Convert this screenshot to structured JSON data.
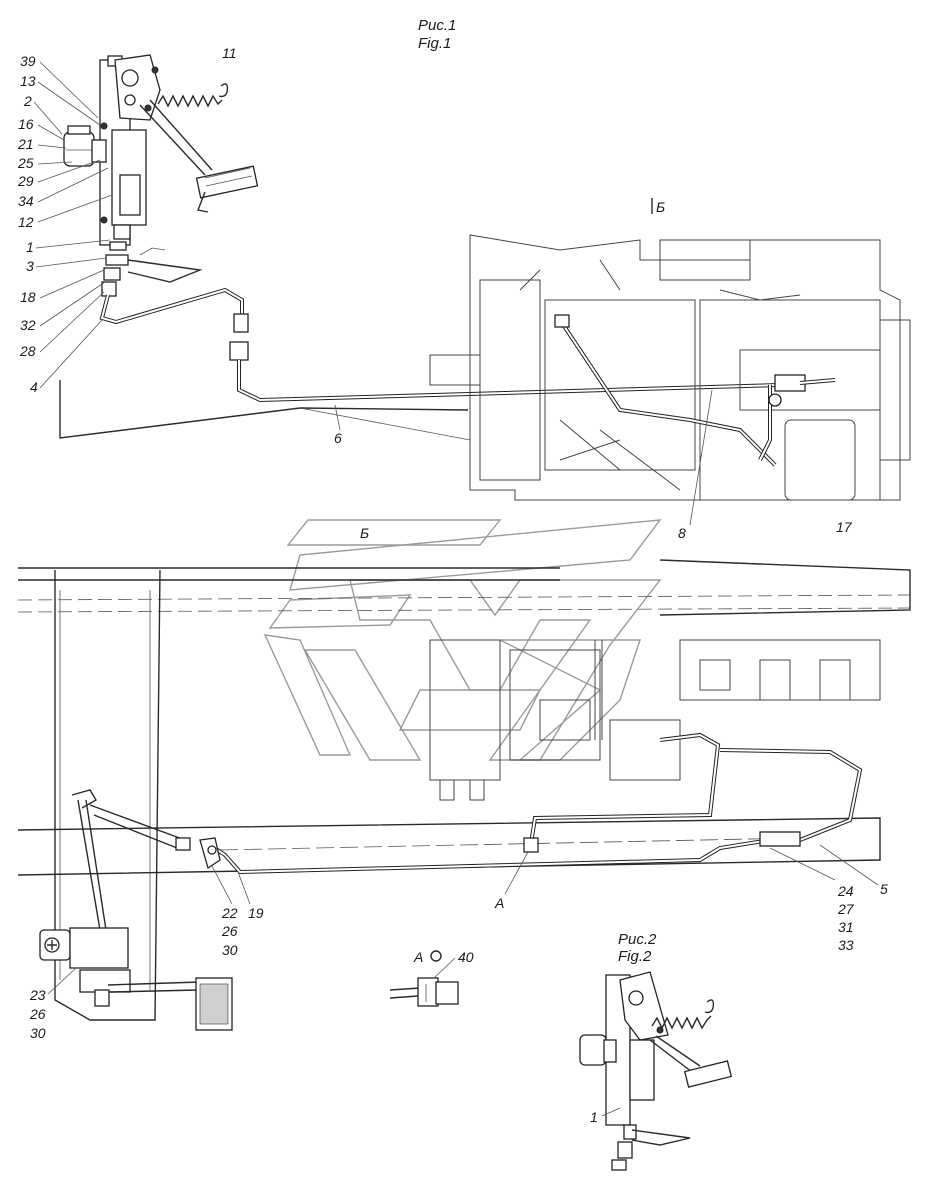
{
  "titles": {
    "fig1_ru": "Рис.1",
    "fig1_en": "Fig.1",
    "fig2_ru": "Рис.2",
    "fig2_en": "Fig.2"
  },
  "labels": {
    "l39": "39",
    "l13": "13",
    "l2": "2",
    "l16": "16",
    "l21": "21",
    "l25": "25",
    "l29": "29",
    "l34": "34",
    "l12": "12",
    "l1": "1",
    "l3": "3",
    "l18": "18",
    "l32": "32",
    "l28": "28",
    "l4": "4",
    "l11": "11",
    "l6": "6",
    "l17": "17",
    "l8": "8",
    "lB_view": "Б",
    "lB_top": "Б",
    "lA": "A",
    "l5": "5",
    "l24": "24",
    "l27": "27",
    "l31": "31",
    "l33": "33",
    "l22": "22",
    "l19": "19",
    "l26a": "26",
    "l30a": "30",
    "l23": "23",
    "l26b": "26",
    "l30b": "30",
    "lA_detail": "A",
    "l40": "40",
    "l1_fig2": "1"
  },
  "colors": {
    "ink": "#1a1a1a",
    "watermark": "#9a9a9a"
  }
}
